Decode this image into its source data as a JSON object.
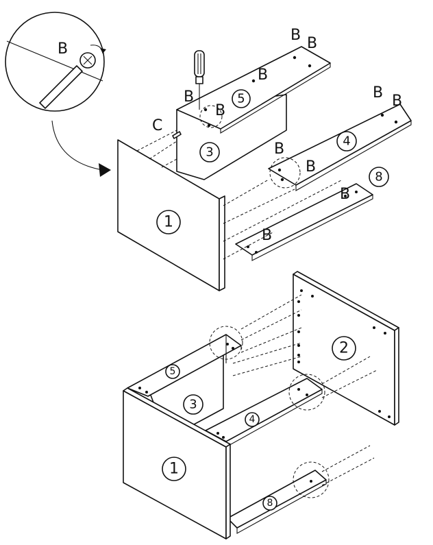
{
  "labels": {
    "screw": "B",
    "dowel": "C"
  },
  "panels": {
    "p1": "1",
    "p2": "2",
    "p3": "3",
    "p4": "4",
    "p5": "5",
    "p8": "8"
  },
  "colors": {
    "line": "#111111",
    "background": "#ffffff"
  },
  "icons": [
    "screwdriver-icon",
    "screw-icon",
    "rotation-arrow-icon",
    "magnify-callout-icon",
    "pointer-arrow-icon"
  ]
}
